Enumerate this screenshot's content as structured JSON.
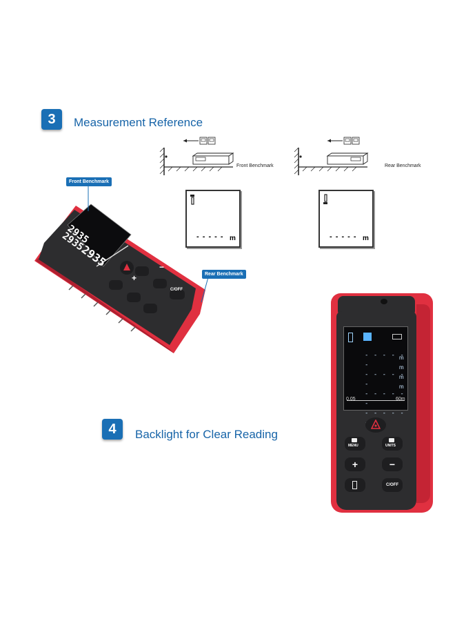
{
  "section3": {
    "number": "3",
    "title": "Measurement Reference"
  },
  "section4": {
    "number": "4",
    "title": "Backlight for Clear Reading"
  },
  "diagram": {
    "front_label": "Front Benchmark",
    "rear_label": "Rear Benchmark",
    "lcd_dashes": "- - - - -",
    "lcd_unit": "m"
  },
  "callouts": {
    "front": "Front Benchmark",
    "rear": "Rear Benchmark"
  },
  "device": {
    "screen_lines": [
      "2935",
      "2935",
      "2935"
    ],
    "unit": "m",
    "scale_start": "0.05",
    "scale_end": "60m",
    "buttons": {
      "menu": "MENU",
      "units": "UNITS",
      "plus": "+",
      "minus": "−",
      "cof": "C/OFF"
    }
  },
  "colors": {
    "brand_blue": "#1a6fb5",
    "device_red": "#e03040",
    "device_dark": "#2d2d2f"
  }
}
